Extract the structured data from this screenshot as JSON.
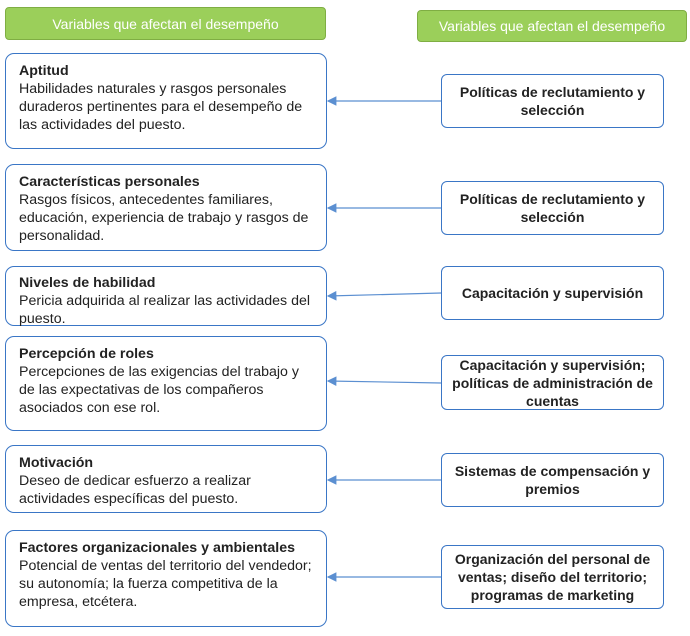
{
  "header_left": "Variables que afectan el desempeño",
  "header_right": "Variables que afectan el desempeño",
  "rows": [
    {
      "title": "Aptitud",
      "desc": "Habilidades naturales y rasgos personales duraderos pertinentes para el desempeño de las actividades del puesto.",
      "influence": "Políticas de reclutamiento y selección"
    },
    {
      "title": "Características personales",
      "desc": "Rasgos físicos, antecedentes familiares, educación, experiencia de trabajo y rasgos de personalidad.",
      "influence": "Políticas de reclutamiento y selección"
    },
    {
      "title": "Niveles de habilidad",
      "desc": "Pericia adquirida al realizar las actividades del puesto.",
      "influence": "Capacitación y supervisión"
    },
    {
      "title": "Percepción de roles",
      "desc": "Percepciones de las exigencias del trabajo y de las expectativas de los compañeros asociados con ese rol.",
      "influence": "Capacitación y supervisión; políticas de administración de cuentas"
    },
    {
      "title": "Motivación",
      "desc": "Deseo de dedicar esfuerzo a realizar actividades específicas del puesto.",
      "influence": "Sistemas de compensación y premios"
    },
    {
      "title": "Factores organizacionales y ambientales",
      "desc": "Potencial de ventas del territorio del vendedor; su autonomía; la fuerza competitiva de la empresa, etcétera.",
      "influence": "Organización del personal de ventas; diseño del territorio; programas de marketing"
    }
  ]
}
